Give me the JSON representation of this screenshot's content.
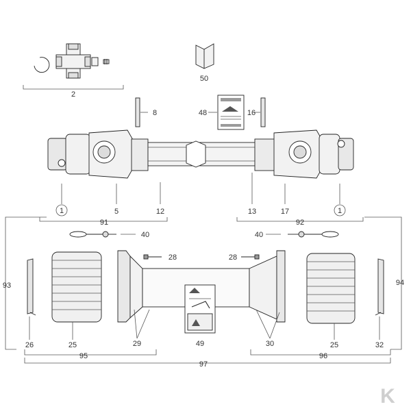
{
  "diagram": {
    "part_numbers": {
      "p1_left": "1",
      "p1_right": "1",
      "p2": "2",
      "p5": "5",
      "p8": "8",
      "p12": "12",
      "p13": "13",
      "p16": "16",
      "p17": "17",
      "p25_left": "25",
      "p25_right": "25",
      "p26": "26",
      "p28_left": "28",
      "p28_right": "28",
      "p29": "29",
      "p30": "30",
      "p32": "32",
      "p40_left": "40",
      "p40_right": "40",
      "p48": "48",
      "p49": "49",
      "p50": "50",
      "p91": "91",
      "p92": "92",
      "p93": "93",
      "p94": "94",
      "p95": "95",
      "p96": "96",
      "p97": "97"
    },
    "logo": "K",
    "colors": {
      "line": "#555555",
      "part_fill": "#f2f2f2",
      "part_dark": "#9a9a9a",
      "logo": "#cfcfcf"
    }
  }
}
